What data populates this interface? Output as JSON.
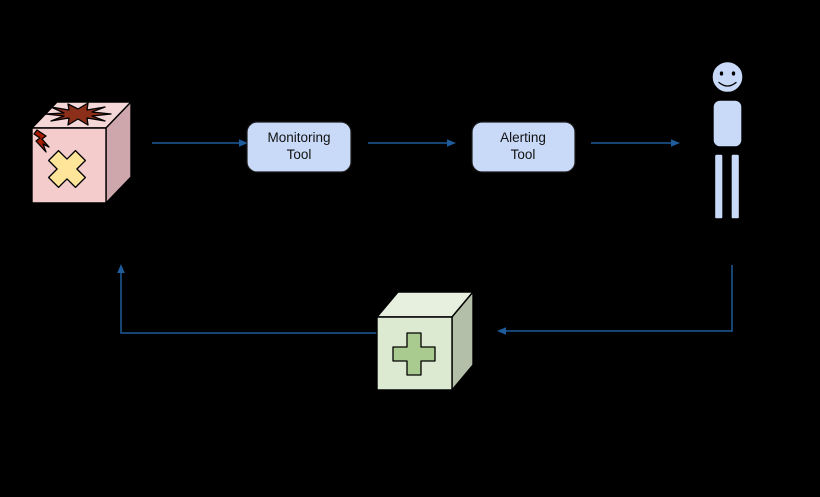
{
  "diagram": {
    "title": "incident-monitoring-alerting-fix-loop",
    "background": "#000000",
    "colors": {
      "arrow": "#1e5c9b",
      "node_fill": "#c9daf8",
      "node_border": "#1b1b1b",
      "label": "#111111",
      "outline": "#000000",
      "person_fill": "#c9daf8",
      "broken_cube_front": "#f4cccc",
      "broken_cube_top": "#f5d7d7",
      "broken_cube_side": "#cda7ab",
      "explosion": "#8b2e1a",
      "bolt": "#a61c00",
      "x_mark": "#ffe599",
      "fix_cube_front": "#dcead2",
      "fix_cube_top": "#e7f0df",
      "fix_cube_side": "#b3bfa8",
      "plus": "#a9cb90"
    },
    "nodes": {
      "broken_system": {
        "type": "cube",
        "icons": [
          "explosion-icon",
          "lightning-bolt-icon",
          "x-mark-icon"
        ]
      },
      "monitoring": {
        "lines": [
          "Monitoring",
          "Tool"
        ]
      },
      "alerting": {
        "lines": [
          "Alerting",
          "Tool"
        ]
      },
      "engineer": {
        "type": "person-figure",
        "face": "smiley"
      },
      "fix": {
        "type": "cube",
        "icons": [
          "plus-icon"
        ]
      }
    },
    "flow": [
      {
        "from": "broken_system",
        "to": "monitoring"
      },
      {
        "from": "monitoring",
        "to": "alerting"
      },
      {
        "from": "alerting",
        "to": "engineer"
      },
      {
        "from": "engineer",
        "to": "fix"
      },
      {
        "from": "fix",
        "to": "broken_system"
      }
    ]
  }
}
